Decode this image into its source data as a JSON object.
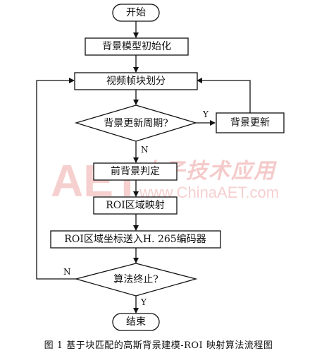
{
  "diagram": {
    "nodes": {
      "start": "开始",
      "init": "背景模型初始化",
      "blocks": "视频帧块划分",
      "cycle": "背景更新周期?",
      "update": "背景更新",
      "fg": "前背景判定",
      "roi_map": "ROI区域映射",
      "roi_send": "ROI区域坐标送入H. 265编码器",
      "end_check": "算法终止?",
      "end": "结束"
    },
    "labels": {
      "cycle_yes": "Y",
      "cycle_no": "N",
      "end_no": "N",
      "end_yes": "Y"
    }
  },
  "watermark": {
    "logo": "AET",
    "site_name": "电子技术应用",
    "url": "www.ChinaAET.com"
  },
  "caption": "图 1   基于块匹配的高斯背景建模-ROI 映射算法流程图"
}
